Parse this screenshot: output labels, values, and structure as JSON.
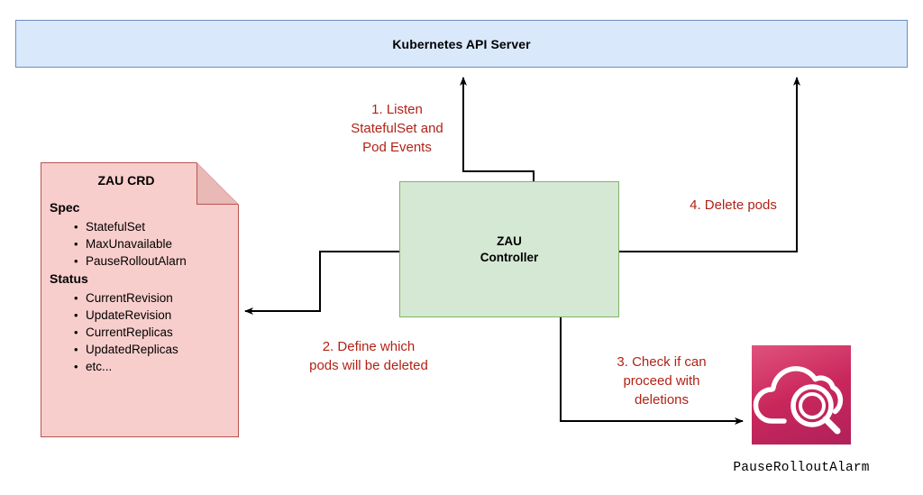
{
  "diagram": {
    "title": "ZAU Controller architecture",
    "colors": {
      "api_fill": "#dae8fc",
      "api_stroke": "#6c8ebf",
      "crd_fill": "#f8cecc",
      "crd_stroke": "#b85450",
      "controller_fill": "#d5e8d4",
      "controller_stroke": "#82b366",
      "label_red": "#b22216",
      "alarm_icon": "#c9275c",
      "arrow": "#000000"
    }
  },
  "api_server": {
    "label": "Kubernetes API Server"
  },
  "crd": {
    "title": "ZAU CRD",
    "spec_heading": "Spec",
    "spec_items": [
      "StatefulSet",
      "MaxUnavailable",
      "PauseRolloutAlarn"
    ],
    "status_heading": "Status",
    "status_items": [
      "CurrentRevision",
      "UpdateRevision",
      "CurrentReplicas",
      "UpdatedReplicas",
      "etc..."
    ]
  },
  "controller": {
    "line1": "ZAU",
    "line2": "Controller"
  },
  "alarm": {
    "icon_name": "cloudwatch-alarm-icon",
    "caption": "PauseRolloutAlarm"
  },
  "steps": [
    {
      "id": 1,
      "text": "1. Listen\nStatefulSet and\nPod Events",
      "from": "ZAU Controller",
      "to": "Kubernetes API Server"
    },
    {
      "id": 2,
      "text": "2. Define which\npods will be deleted",
      "from": "ZAU Controller",
      "to": "ZAU CRD"
    },
    {
      "id": 3,
      "text": "3. Check if can\nproceed with\ndeletions",
      "from": "ZAU Controller",
      "to": "PauseRolloutAlarm"
    },
    {
      "id": 4,
      "text": "4. Delete pods",
      "from": "ZAU Controller",
      "to": "Kubernetes API Server"
    }
  ]
}
